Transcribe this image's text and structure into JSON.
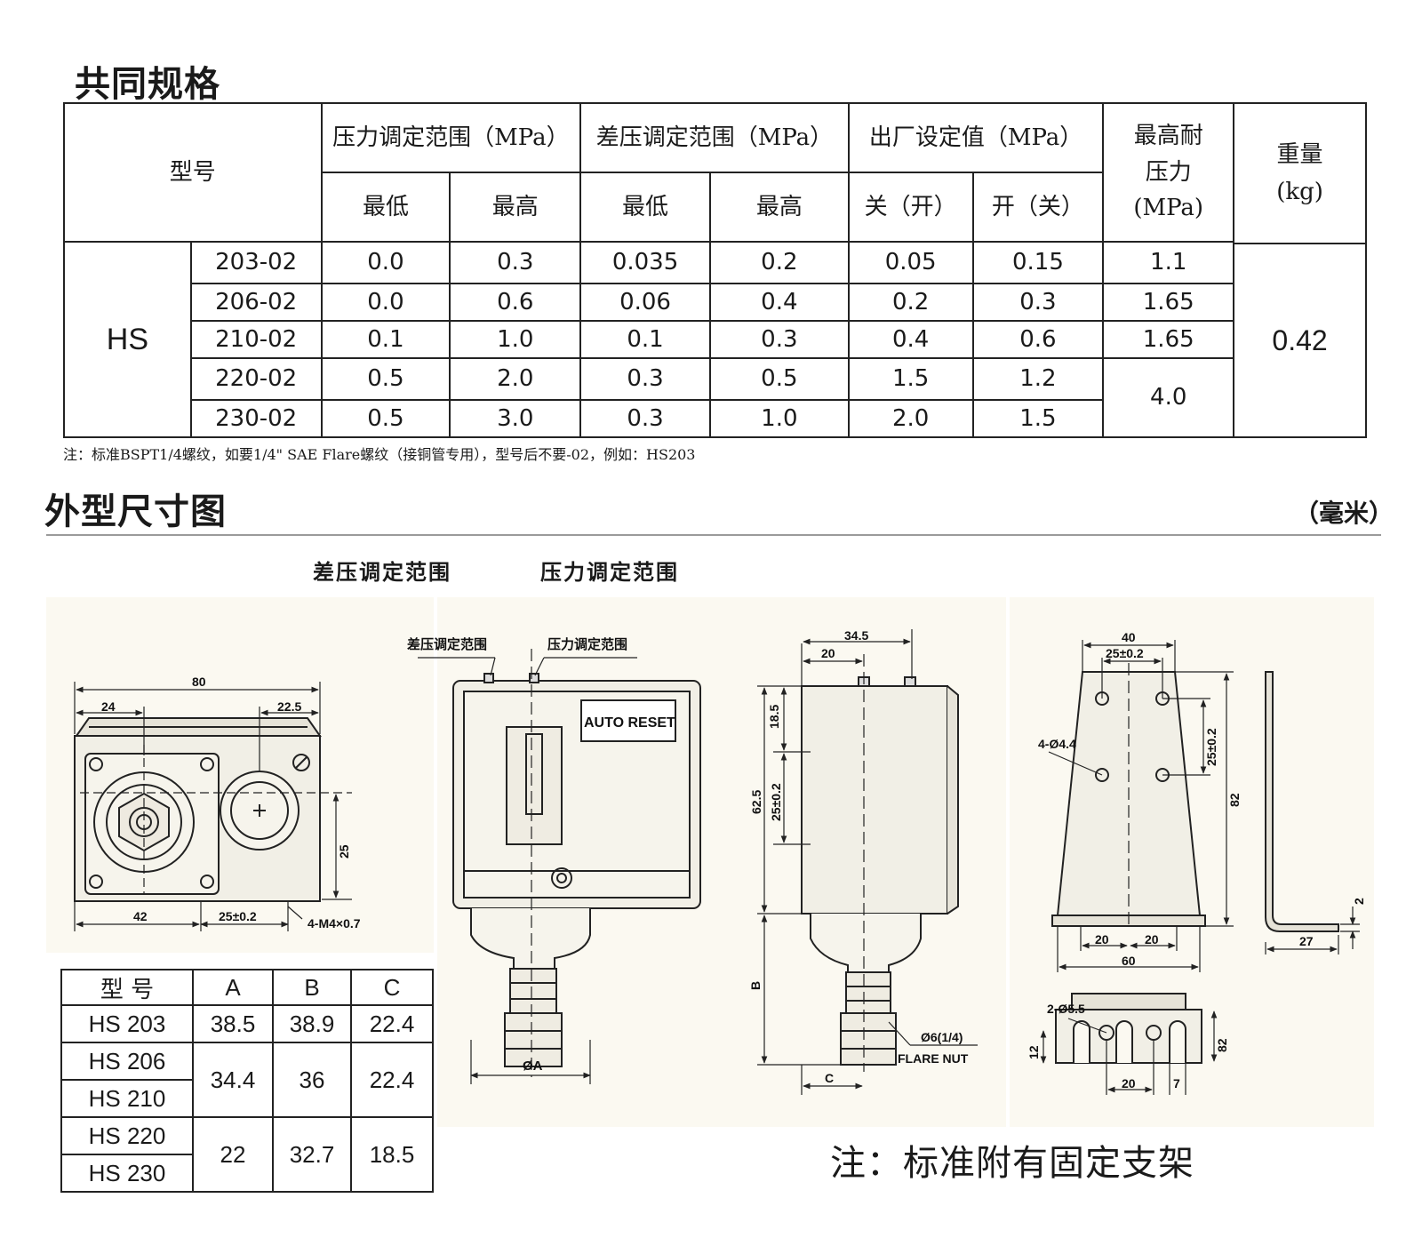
{
  "spec_section": {
    "title": "共同规格",
    "headers": {
      "model": "型号",
      "pressure_range": "压力调定范围（MPa）",
      "diff_range": "差压调定范围（MPa）",
      "factory_set": "出厂设定值（MPa）",
      "max_pressure": "最高耐压力(MPa)",
      "max_pressure_lines": [
        "最高耐",
        "压力",
        "(MPa)"
      ],
      "weight_lines": [
        "重量",
        "(kg)"
      ],
      "min": "最低",
      "max": "最高",
      "close_open": "关（开）",
      "open_close": "开（关）"
    },
    "series": "HS",
    "rows": [
      {
        "model": "203-02",
        "p_min": "0.0",
        "p_max": "0.3",
        "d_min": "0.035",
        "d_max": "0.2",
        "close": "0.05",
        "open": "0.15",
        "max_p": "1.1"
      },
      {
        "model": "206-02",
        "p_min": "0.0",
        "p_max": "0.6",
        "d_min": "0.06",
        "d_max": "0.4",
        "close": "0.2",
        "open": "0.3",
        "max_p": "1.65"
      },
      {
        "model": "210-02",
        "p_min": "0.1",
        "p_max": "1.0",
        "d_min": "0.1",
        "d_max": "0.3",
        "close": "0.4",
        "open": "0.6",
        "max_p": "1.65"
      },
      {
        "model": "220-02",
        "p_min": "0.5",
        "p_max": "2.0",
        "d_min": "0.3",
        "d_max": "0.5",
        "close": "1.5",
        "open": "1.2",
        "max_p": "4.0"
      },
      {
        "model": "230-02",
        "p_min": "0.5",
        "p_max": "3.0",
        "d_min": "0.3",
        "d_max": "1.0",
        "close": "2.0",
        "open": "1.5"
      }
    ],
    "weight": "0.42",
    "note": "注：标准BSPT1/4螺纹，如要1/4\" SAE Flare螺纹（接铜管专用），型号后不要-02，例如：HS203"
  },
  "dimension_section": {
    "title": "外型尺寸图",
    "unit": "（毫米）",
    "label_diff": "差压调定范围",
    "label_pressure": "压力调定范围",
    "drawing_labels": {
      "diff": "差压调定范围",
      "pressure": "压力调定范围",
      "auto_reset": "AUTO RESET",
      "phi_a": "ØA",
      "flare_1": "Ø6(1/4)",
      "flare_2": "FLARE NUT",
      "b": "B",
      "c": "C",
      "m4": "4-M4×0.7",
      "phi44": "4-Ø4.4",
      "phi55": "2-Ø5.5",
      "d80": "80",
      "d24": "24",
      "d225": "22.5",
      "d25": "25",
      "d42": "42",
      "d25t": "25±0.2",
      "d345": "34.5",
      "d20": "20",
      "d185": "18.5",
      "d625": "62.5",
      "d40": "40",
      "d82": "82",
      "d60": "60",
      "d2": "2",
      "d27": "27",
      "d12": "12",
      "d7": "7"
    },
    "dim_table": {
      "headers": [
        "型 号",
        "A",
        "B",
        "C"
      ],
      "rows": [
        {
          "models": [
            "HS 203"
          ],
          "a": "38.5",
          "b": "38.9",
          "c": "22.4"
        },
        {
          "models": [
            "HS 206",
            "HS 210"
          ],
          "a": "34.4",
          "b": "36",
          "c": "22.4"
        },
        {
          "models": [
            "HS 220",
            "HS 230"
          ],
          "a": "22",
          "b": "32.7",
          "c": "18.5"
        }
      ]
    },
    "bracket_note": "注：标准附有固定支架"
  }
}
